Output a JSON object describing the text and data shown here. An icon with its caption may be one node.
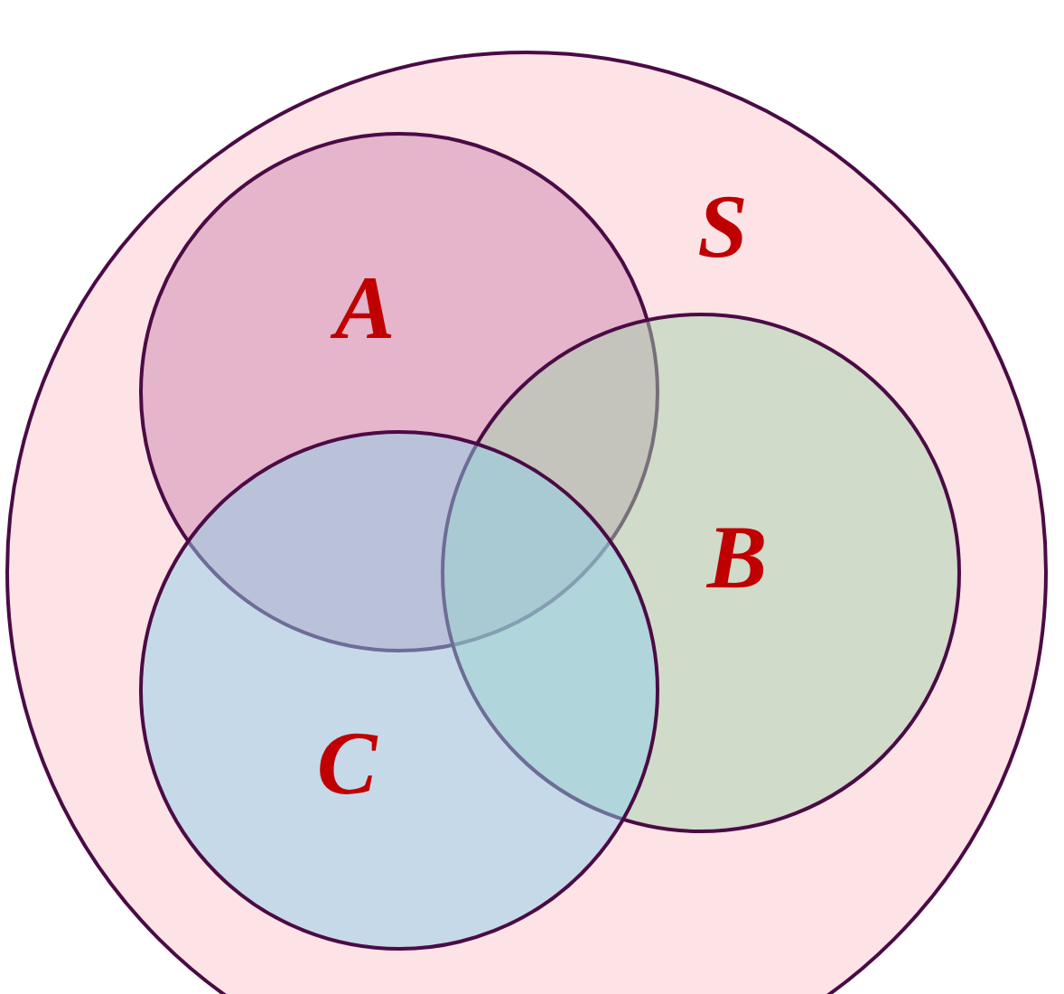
{
  "diagram": {
    "nodes": [
      {
        "text": [
          "S"
        ]
      },
      {
        "text": [
          "A"
        ],
        "in": 0
      },
      {
        "text": [
          "B"
        ],
        "in": 0
      },
      {
        "text": [
          "C"
        ],
        "in": 0
      }
    ],
    "edges": []
  }
}
